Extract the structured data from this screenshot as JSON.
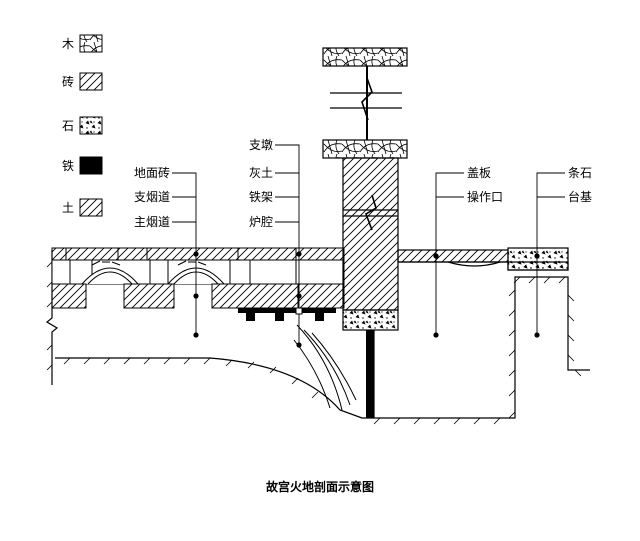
{
  "legend": [
    {
      "key": "wood",
      "label": "木"
    },
    {
      "key": "brick",
      "label": "砖"
    },
    {
      "key": "stone",
      "label": "石"
    },
    {
      "key": "iron",
      "label": "铁"
    },
    {
      "key": "earth",
      "label": "土"
    }
  ],
  "labels": {
    "floor_brick": "地面砖",
    "branch_flue": "支烟道",
    "main_flue": "主烟道",
    "pier": "支墩",
    "lime_soil": "灰土",
    "iron_frame": "铁架",
    "furnace_chamber": "炉腔",
    "cover_plate": "盖板",
    "operation_opening": "操作口",
    "strip_stone": "条石",
    "platform_base": "台基"
  },
  "caption": "故宫火地剖面示意图",
  "colors": {
    "ink": "#000000",
    "paper": "#ffffff"
  }
}
